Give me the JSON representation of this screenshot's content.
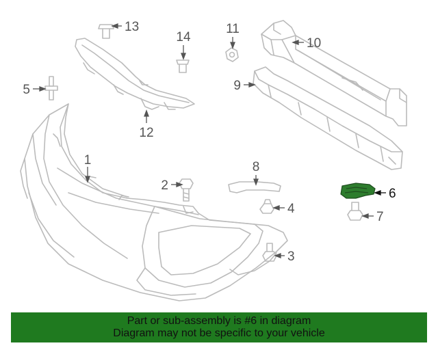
{
  "callouts": {
    "c1": "1",
    "c2": "2",
    "c3": "3",
    "c4": "4",
    "c5": "5",
    "c6": "6",
    "c7": "7",
    "c8": "8",
    "c9": "9",
    "c10": "10",
    "c11": "11",
    "c12": "12",
    "c13": "13",
    "c14": "14"
  },
  "highlighted_part": "6",
  "banner": {
    "line1": "Part or sub-assembly is #6 in diagram",
    "line2": "Diagram may not be specific to your vehicle"
  },
  "colors": {
    "line_art": "#bbbbbb",
    "callout_text": "#555555",
    "highlight_fill": "#2e7d2e",
    "banner_bg": "#1f7a1f"
  }
}
